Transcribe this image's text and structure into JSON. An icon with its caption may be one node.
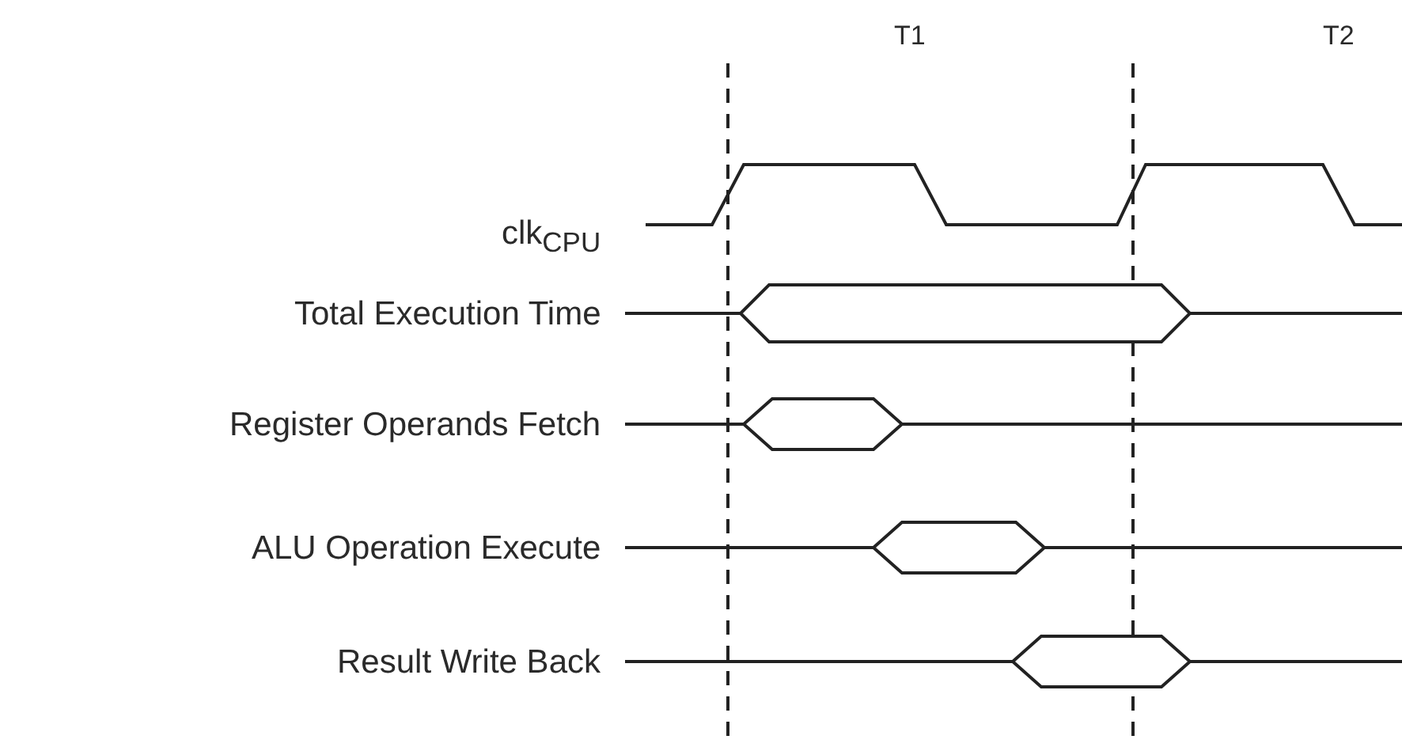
{
  "diagram": {
    "labels": [
      "T1",
      "T2",
      "clk$_{CPU}$",
      "Total Execution Time",
      "Register Operands Fetch",
      "ALU Operation Execute",
      "Result Write Back"
    ]
  }
}
